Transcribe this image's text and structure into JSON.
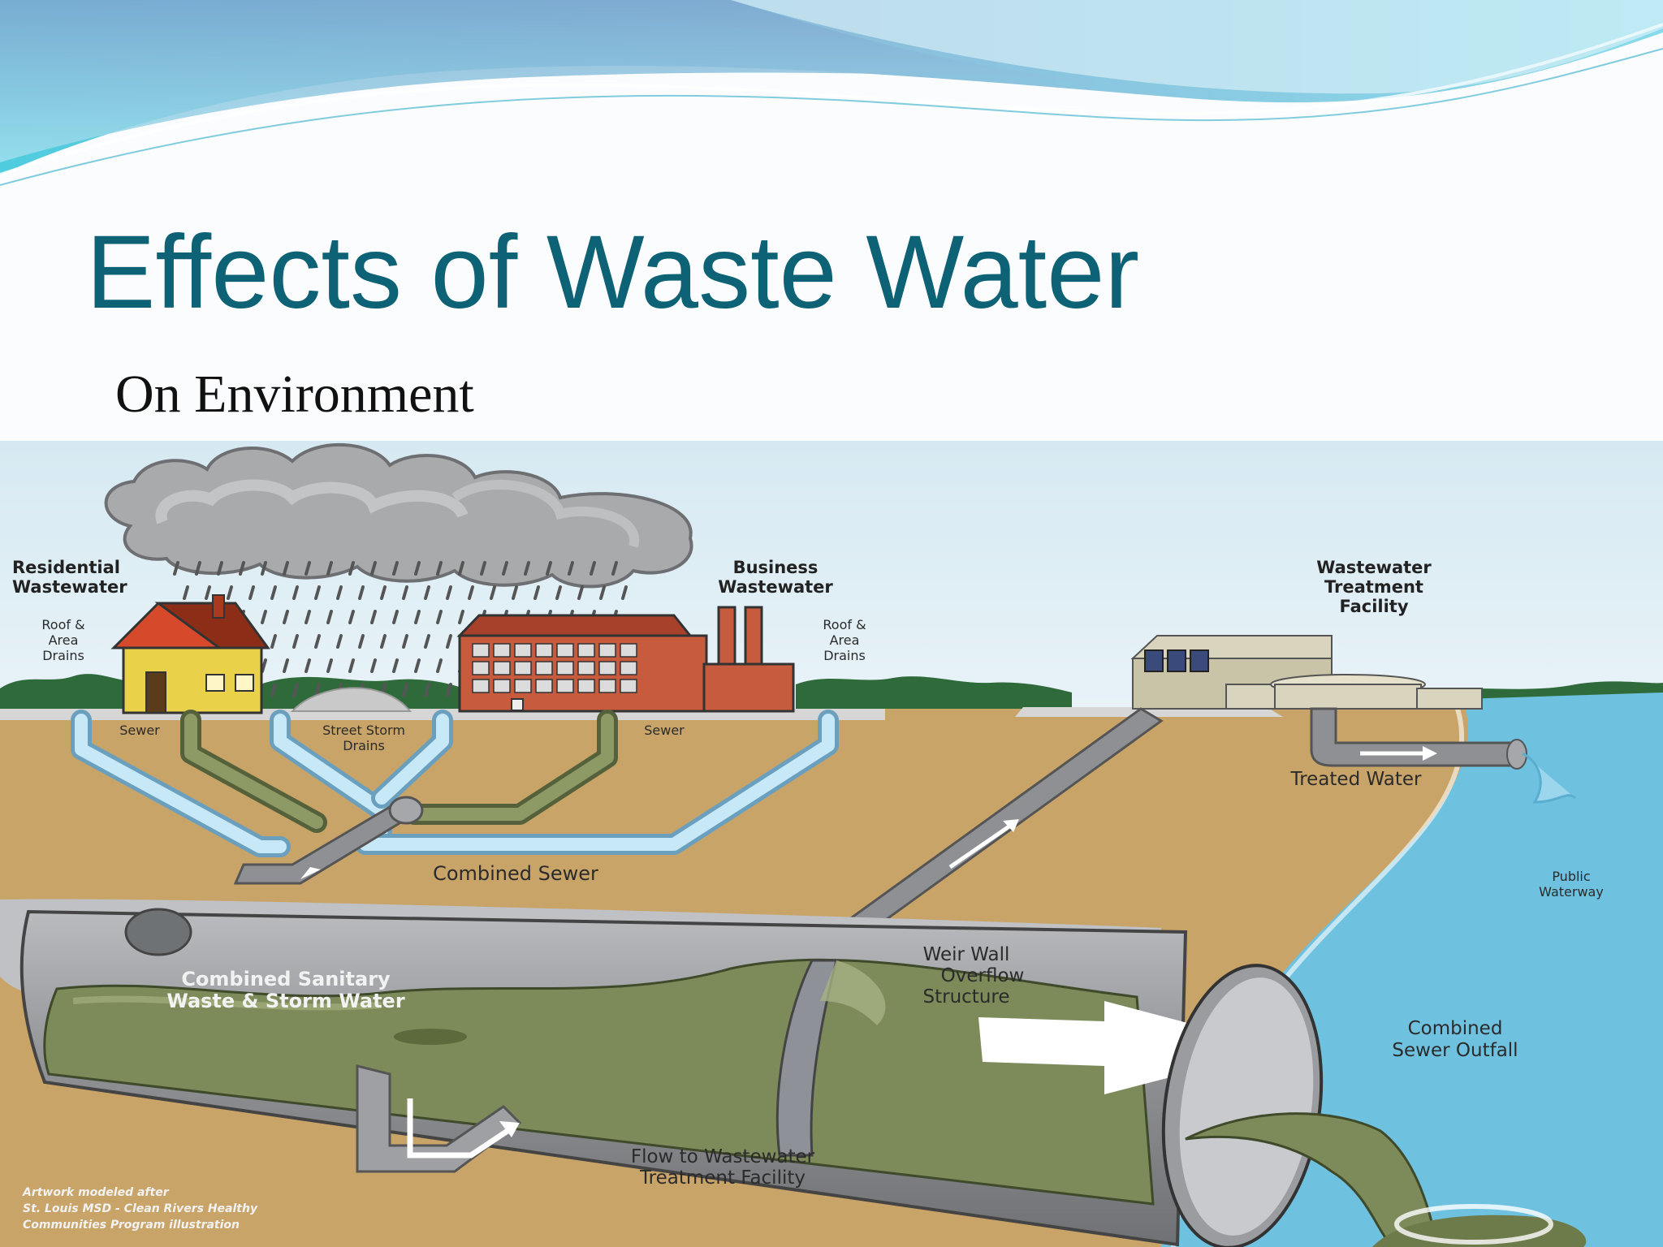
{
  "slide": {
    "title": "Effects of Waste Water",
    "subtitle": "On Environment"
  },
  "diagram": {
    "labels": {
      "residential_1": "Residential",
      "residential_2": "Wastewater",
      "roof_left_1": "Roof &",
      "roof_left_2": "Area",
      "roof_left_3": "Drains",
      "business_1": "Business",
      "business_2": "Wastewater",
      "roof_right_1": "Roof &",
      "roof_right_2": "Area",
      "roof_right_3": "Drains",
      "facility_1": "Wastewater",
      "facility_2": "Treatment",
      "facility_3": "Facility",
      "sewer_left": "Sewer",
      "storm_1": "Street Storm",
      "storm_2": "Drains",
      "sewer_right": "Sewer",
      "treated_water": "Treated Water",
      "combined_sewer": "Combined Sewer",
      "public_1": "Public",
      "public_2": "Waterway",
      "combined_sanitary_1": "Combined Sanitary",
      "combined_sanitary_2": "Waste & Storm Water",
      "weir_1": "Weir Wall",
      "weir_2": "Overflow",
      "weir_3": "Structure",
      "outfall_1": "Combined",
      "outfall_2": "Sewer Outfall",
      "flow_1": "Flow to Wastewater",
      "flow_2": "Treatment Facility",
      "credit_1": "Artwork modeled after",
      "credit_2": "St. Louis MSD - Clean Rivers Healthy",
      "credit_3": "Communities Program illustration"
    },
    "colors": {
      "title": "#0e6275",
      "sky": "#dcecf3",
      "soil": "#c9a468",
      "water": "#6fc1e0",
      "sewage": "#7d8a5a",
      "pipe_gray": "#8e9094",
      "storm_pipe": "#bfe3f3"
    }
  }
}
